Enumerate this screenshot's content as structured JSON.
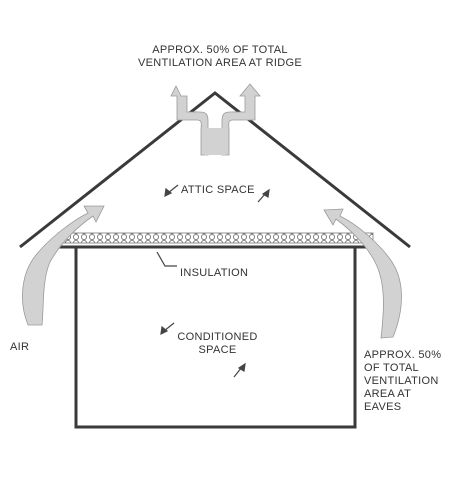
{
  "labels": {
    "ridge_line1": "APPROX. 50% OF TOTAL",
    "ridge_line2": "VENTILATION AREA AT RIDGE",
    "attic": "ATTIC SPACE",
    "insulation": "INSULATION",
    "conditioned_line1": "CONDITIONED",
    "conditioned_line2": "SPACE",
    "air": "AIR",
    "eaves_line1": "APPROX. 50%",
    "eaves_line2": "OF TOTAL",
    "eaves_line3": "VENTILATION",
    "eaves_line4": "AREA AT",
    "eaves_line5": "EAVES"
  },
  "colors": {
    "line": "#3a3a3a",
    "arrow_fill": "#d2d2d2",
    "arrow_stroke": "#9a9a9a",
    "text": "#333333"
  }
}
